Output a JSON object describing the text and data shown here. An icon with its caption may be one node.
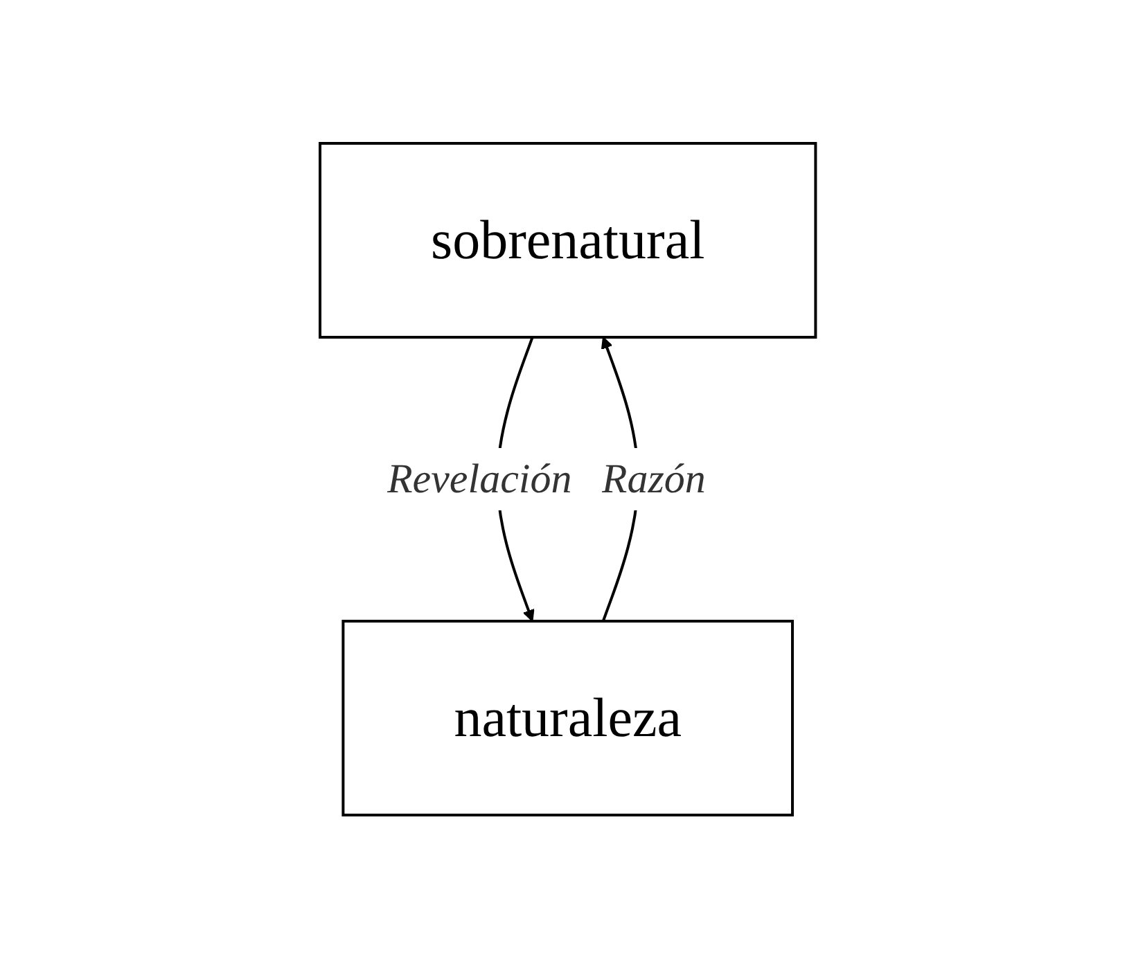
{
  "diagram": {
    "nodes": [
      {
        "text": [
          "sobrenatural"
        ]
      },
      {
        "text": [
          "naturaleza"
        ]
      }
    ],
    "edges": [
      {
        "from": 0,
        "to": 1,
        "arrow": "to",
        "label": "Revelación"
      },
      {
        "from": 1,
        "to": 0,
        "arrow": "to",
        "label": "Razón"
      }
    ]
  }
}
